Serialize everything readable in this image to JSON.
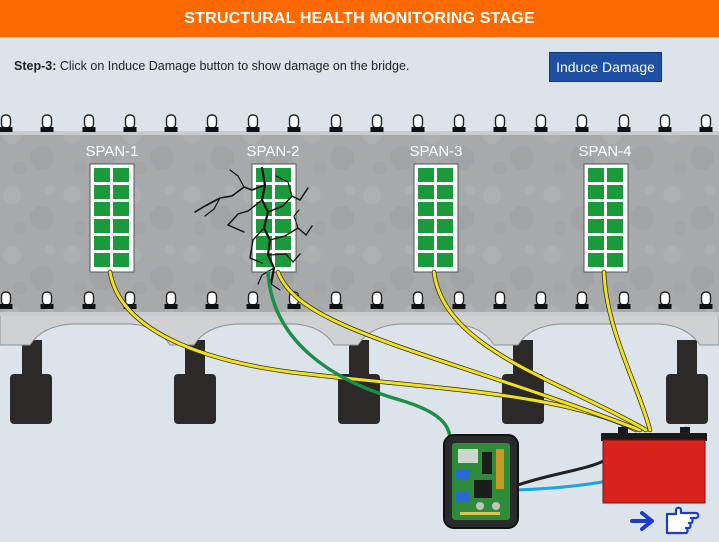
{
  "header": {
    "title": "STRUCTURAL HEALTH MONITORING STAGE"
  },
  "instruction": {
    "step_label": "Step-3:",
    "text": " Click on Induce Damage button to show damage on the bridge."
  },
  "actions": {
    "induce_damage_label": "Induce Damage"
  },
  "bridge": {
    "spans": [
      {
        "label": "SPAN-1",
        "cracked": false
      },
      {
        "label": "SPAN-2",
        "cracked": true
      },
      {
        "label": "SPAN-3",
        "cracked": false
      },
      {
        "label": "SPAN-4",
        "cracked": false
      }
    ]
  },
  "colors": {
    "header": "#ff6a00",
    "button": "#1f4fa0",
    "sensor_green": "#1a9a3a",
    "wire_yellow": "#f2e21a",
    "wire_green": "#1c8f47",
    "wire_blue": "#1aa3e0",
    "battery_red": "#d8231b",
    "nav_blue": "#1b3ec9"
  },
  "icons": {
    "next": "arrow-right-icon",
    "hand": "pointing-hand-icon"
  }
}
